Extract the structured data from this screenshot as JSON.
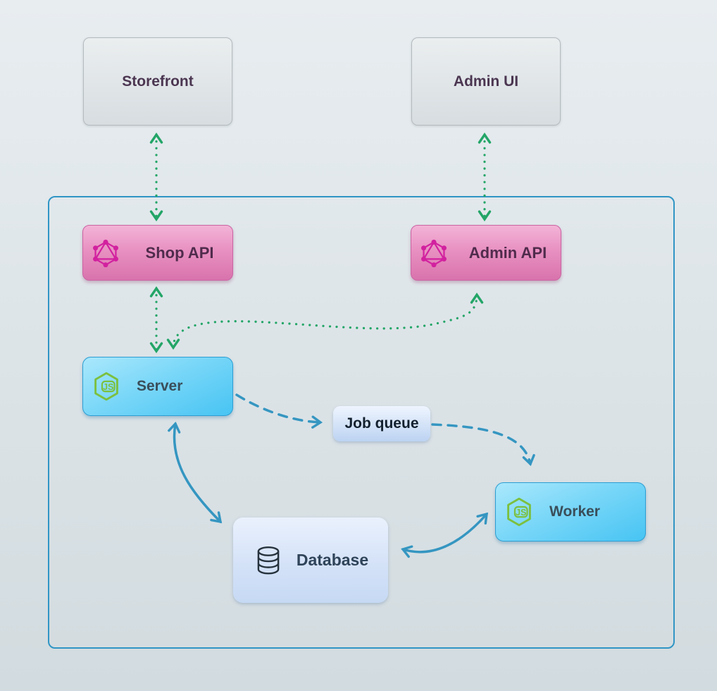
{
  "diagram": {
    "nodes": {
      "storefront": {
        "label": "Storefront"
      },
      "admin_ui": {
        "label": "Admin UI"
      },
      "shop_api": {
        "label": "Shop API",
        "icon": "graphql-icon"
      },
      "admin_api": {
        "label": "Admin API",
        "icon": "graphql-icon"
      },
      "server": {
        "label": "Server",
        "icon": "nodejs-icon"
      },
      "job_queue": {
        "label": "Job queue"
      },
      "worker": {
        "label": "Worker",
        "icon": "nodejs-icon"
      },
      "database": {
        "label": "Database",
        "icon": "database-icon"
      }
    },
    "edges": [
      {
        "from": "storefront",
        "to": "shop_api",
        "style": "dotted",
        "bidirectional": true,
        "color": "#23a567"
      },
      {
        "from": "admin_ui",
        "to": "admin_api",
        "style": "dotted",
        "bidirectional": true,
        "color": "#23a567"
      },
      {
        "from": "shop_api",
        "to": "server",
        "style": "dotted",
        "bidirectional": true,
        "color": "#23a567"
      },
      {
        "from": "server",
        "to": "admin_api",
        "style": "dotted",
        "bidirectional": true,
        "color": "#23a567"
      },
      {
        "from": "server",
        "to": "job_queue",
        "style": "dashed",
        "bidirectional": false,
        "color": "#3596c1"
      },
      {
        "from": "job_queue",
        "to": "worker",
        "style": "dashed",
        "bidirectional": false,
        "color": "#3596c1"
      },
      {
        "from": "server",
        "to": "database",
        "style": "solid",
        "bidirectional": true,
        "color": "#3596c1"
      },
      {
        "from": "worker",
        "to": "database",
        "style": "solid",
        "bidirectional": true,
        "color": "#3596c1"
      }
    ],
    "colors": {
      "background_top": "#e8edf0",
      "background_bottom": "#d2dbdf",
      "container_border": "#3095c5",
      "edge_green": "#23a567",
      "edge_blue": "#3596c1",
      "node_gray": "#e0e5e8",
      "node_pink": "#e78fc0",
      "node_blue": "#7ad7f8",
      "node_lightblue": "#d6e4f8",
      "graphql_icon": "#d2219f",
      "nodejs_icon": "#7cc03f",
      "database_icon": "#26323c",
      "label_plum": "#4b3651",
      "label_slate": "#3a4e5a"
    }
  }
}
